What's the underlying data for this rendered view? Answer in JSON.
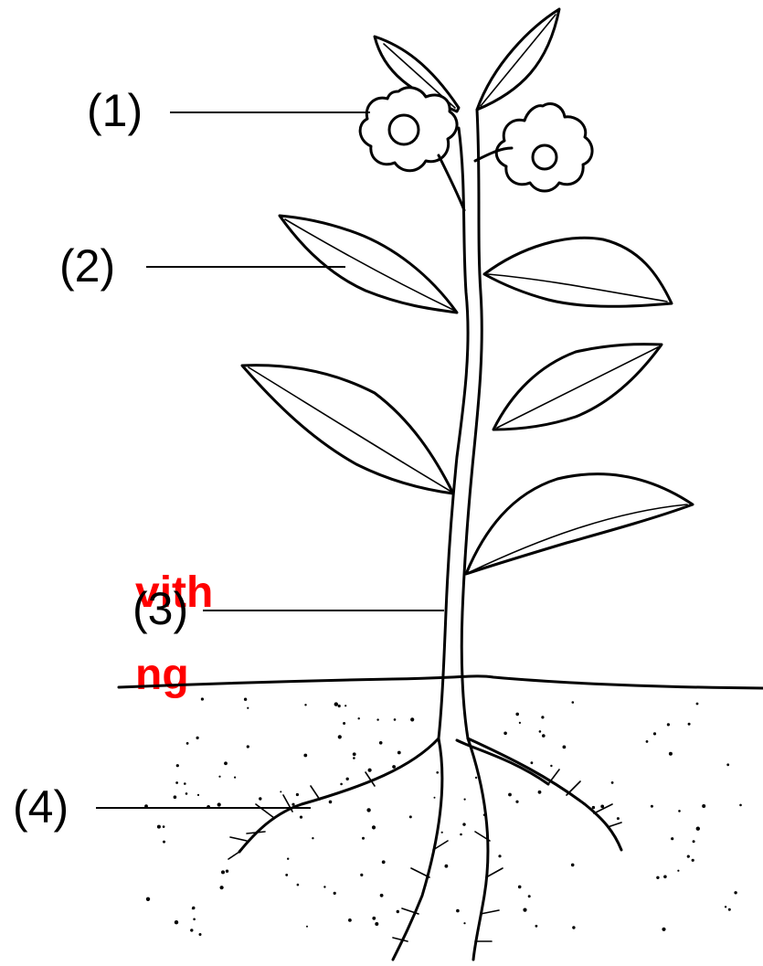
{
  "labels": [
    {
      "id": "1",
      "text": "(1)"
    },
    {
      "id": "2",
      "text": "(2)"
    },
    {
      "id": "3",
      "text": "(3)"
    },
    {
      "id": "4",
      "text": "(4)"
    }
  ],
  "cut_text": {
    "line1": "vith",
    "line2": "ng",
    "color": "#ff0000"
  }
}
